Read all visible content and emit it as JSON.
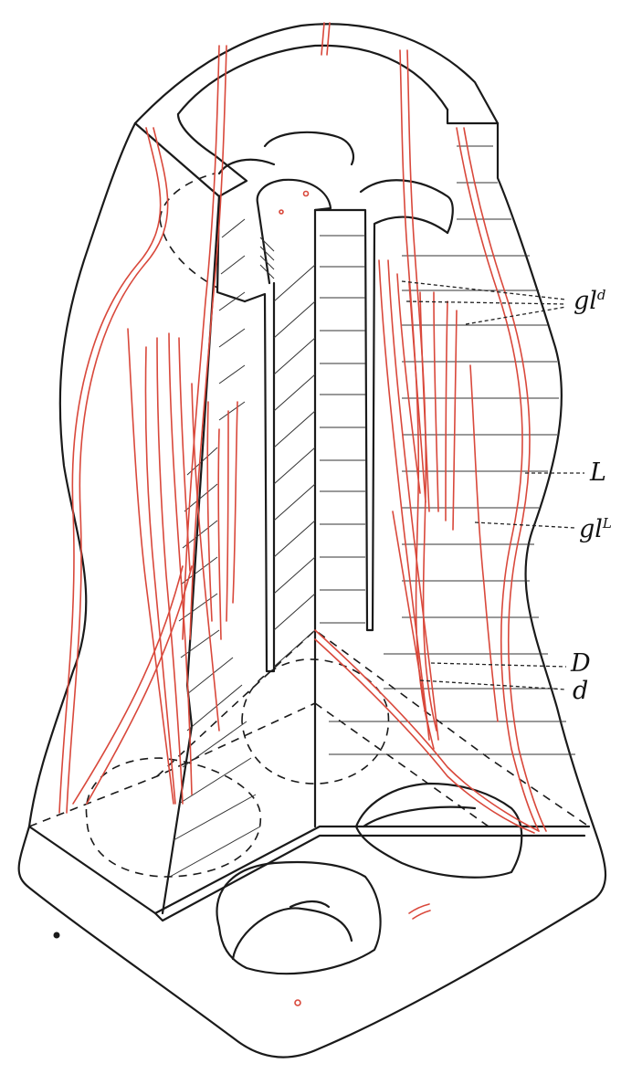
{
  "labels": {
    "gld": {
      "base": "gl",
      "sup": "d"
    },
    "L": {
      "base": "L"
    },
    "glL": {
      "base": "gl",
      "sup": "L"
    },
    "D": {
      "base": "D"
    },
    "d": {
      "base": "d"
    }
  },
  "colors": {
    "outline": "#1a1a1a",
    "fiber": "#d9483b",
    "leader": "#222222",
    "background": "#ffffff"
  }
}
